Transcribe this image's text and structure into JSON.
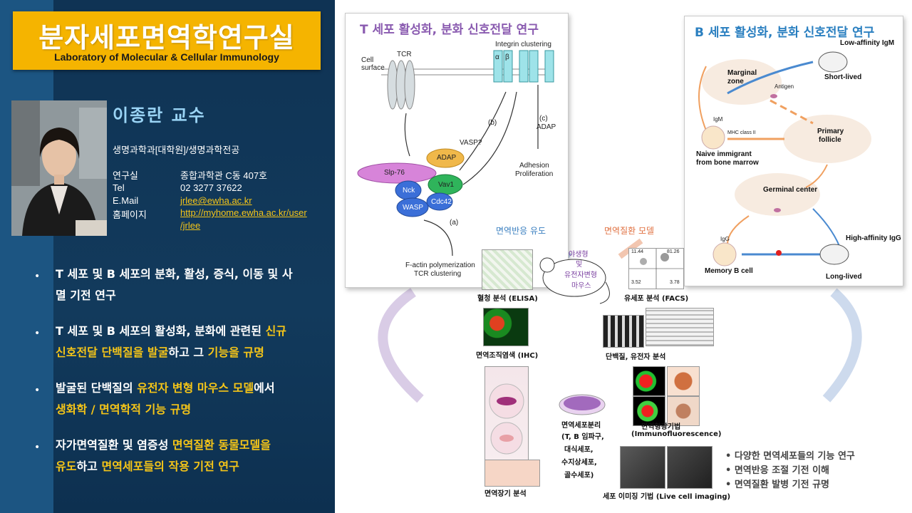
{
  "title": {
    "korean": "분자세포면역학연구실",
    "english": "Laboratory of Molecular & Cellular Immunology"
  },
  "professor": {
    "name": "이종란  교수",
    "department": "생명과학과[대학원]/생명과학전공",
    "info": [
      {
        "label": "연구실",
        "value": "종합과학관 C동 407호"
      },
      {
        "label": "Tel",
        "value": "02 3277 37622"
      },
      {
        "label": "E.Mail",
        "value": "jrlee@ewha.ac.kr"
      },
      {
        "label": "홈페이지",
        "value": "http://myhome.ewha.ac.kr/user",
        "value2": "/jrlee"
      }
    ]
  },
  "bullets": [
    {
      "line1": "T 세포 및 B 세포의 분화, 활성, 증식, 이동 및 사",
      "line2": "멸 기전 연구"
    },
    {
      "l1a": "T 세포 및 B 세포의 활성화, 분화에 관련된 ",
      "l1b": "신규",
      "l2a": "신호전달 단백질을 발굴",
      "l2b": "하고 그 ",
      "l2c": "기능을 규명"
    },
    {
      "l1a": "발굴된 단백질의 ",
      "l1b": "유전자 변형 마우스 모델",
      "l1c": "에서",
      "l2a": "생화학 / 면역학적 기능 규명"
    },
    {
      "l1a": "자가면역질환 및 염증성 ",
      "l1b": "면역질환 동물모델을",
      "l2a": "유도",
      "l2b": "하고 ",
      "l2c": "면역세포들의 작용 기전 연구"
    }
  ],
  "t_cell_card": {
    "title": "T 세포 활성화, 분화 신호전달 연구",
    "labels": {
      "cell_surface": "Cell\nsurface",
      "tcr": "TCR",
      "integrin": "Integrin clustering",
      "alpha": "α",
      "beta": "β",
      "adap": "ADAP",
      "slp76": "Slp-76",
      "nck": "Nck",
      "vav1": "Vav1",
      "wasp": "WASP",
      "cdc42": "Cdc42",
      "b": "(b)",
      "c": "(c)",
      "a": "(a)",
      "vasp": "VASP?",
      "adap_side": "ADAP",
      "adhesion": "Adhesion",
      "proliferation": "Proliferation",
      "factin1": "F-actin polymerization",
      "factin2": "TCR clustering"
    }
  },
  "b_cell_card": {
    "title": "B 세포 활성화, 분화 신호전달 연구",
    "labels": {
      "marginal1": "Marginal",
      "marginal2": "zone",
      "low_igm": "Low-affinity IgM",
      "short": "Short-lived",
      "antigen": "Antigen",
      "igm": "IgM",
      "mhc": "MHC class II",
      "primary1": "Primary",
      "primary2": "follicle",
      "naive1": "Naive immigrant",
      "naive2": "from bone marrow",
      "germinal": "Germinal center",
      "igg": "IgG",
      "high_igg": "High-affinity IgG",
      "memory": "Memory B cell",
      "long": "Long-lived"
    }
  },
  "center": {
    "induction": "면역반응 유도",
    "disease": "면역질환 모델",
    "mouse1": "야생형",
    "mouse2": "및",
    "mouse3": "유전자변형",
    "mouse4": "마우스",
    "elisa": "혈청 분석 (ELISA)",
    "facs": "유세포 분석 (FACS)",
    "facs_q1": "11.44",
    "facs_q2": "81.26",
    "facs_q3": "3.52",
    "facs_q4": "3.78",
    "ihc": "면역조직염색 (IHC)",
    "protein": "단백질, 유전자 분석",
    "cell_iso1": "면역세포분리",
    "cell_iso2": "(T, B 임파구,",
    "cell_iso3": "대식세포,",
    "cell_iso4": "수지상세포,",
    "cell_iso5": "골수세포)",
    "if1": "면역형광기법",
    "if2": "(Immunofluorescence)",
    "organ": "면역장기 분석",
    "live": "세포 이미징 기법 (Live cell imaging)"
  },
  "summary": [
    "• 다양한 면역세포들의 기능 연구",
    "• 면역반응 조절 기전 이해",
    "• 면역질환 발병 기전 규명"
  ],
  "colors": {
    "left_bg": "#123a5c",
    "title_bg": "#f5b400",
    "highlight": "#f5c518",
    "name": "#9ad4f5",
    "t_title": "#8a5bb0",
    "b_title": "#2a7fc0",
    "induction": "#3a7fc0",
    "disease": "#e07040"
  }
}
